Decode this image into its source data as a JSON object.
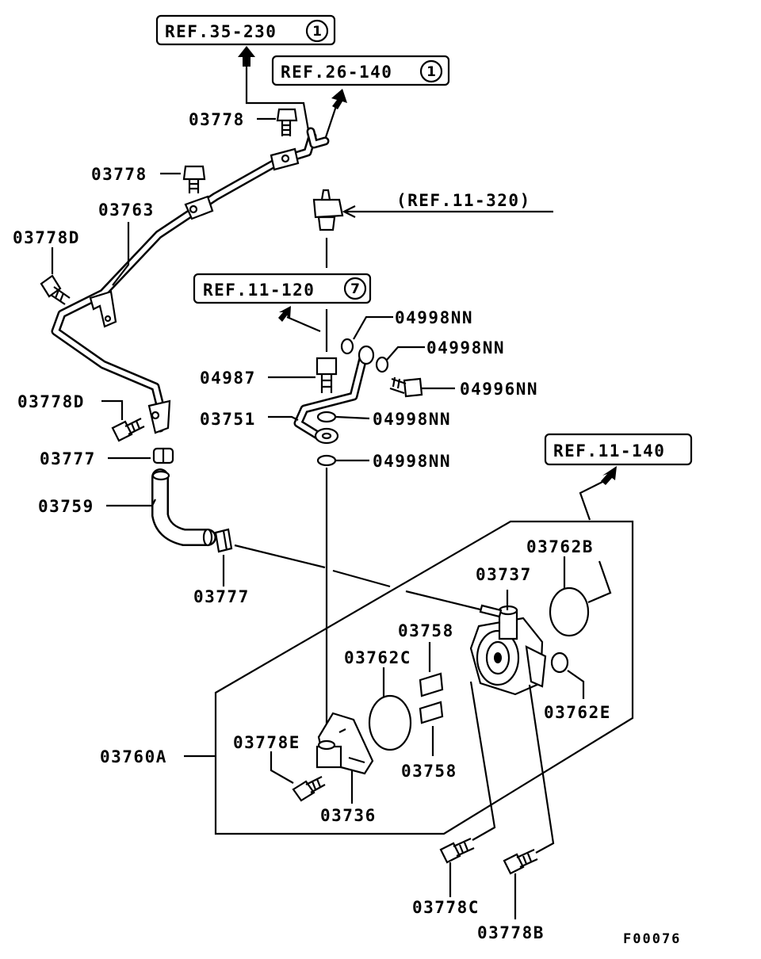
{
  "refs": {
    "r35_230": {
      "text": "REF.35-230",
      "circle": "1"
    },
    "r26_140": {
      "text": "REF.26-140",
      "circle": "1"
    },
    "r11_320": {
      "text": "(REF.11-320)"
    },
    "r11_120": {
      "text": "REF.11-120",
      "circle": "7"
    },
    "r11_140": {
      "text": "REF.11-140"
    }
  },
  "labels": {
    "p03778_a": "03778",
    "p03778_b": "03778",
    "p03763": "03763",
    "p03778D_a": "03778D",
    "p03778D_b": "03778D",
    "p03777_a": "03777",
    "p03759": "03759",
    "p03777_b": "03777",
    "p04998NN_a": "04998NN",
    "p04998NN_b": "04998NN",
    "p04987": "04987",
    "p04996NN": "04996NN",
    "p03751": "03751",
    "p04998NN_c": "04998NN",
    "p04998NN_d": "04998NN",
    "p03762B": "03762B",
    "p03737": "03737",
    "p03758_a": "03758",
    "p03762C": "03762C",
    "p03762E": "03762E",
    "p03760A": "03760A",
    "p03778E": "03778E",
    "p03758_b": "03758",
    "p03736": "03736",
    "p03778C": "03778C",
    "p03778B": "03778B"
  },
  "figure_code": "F00076"
}
